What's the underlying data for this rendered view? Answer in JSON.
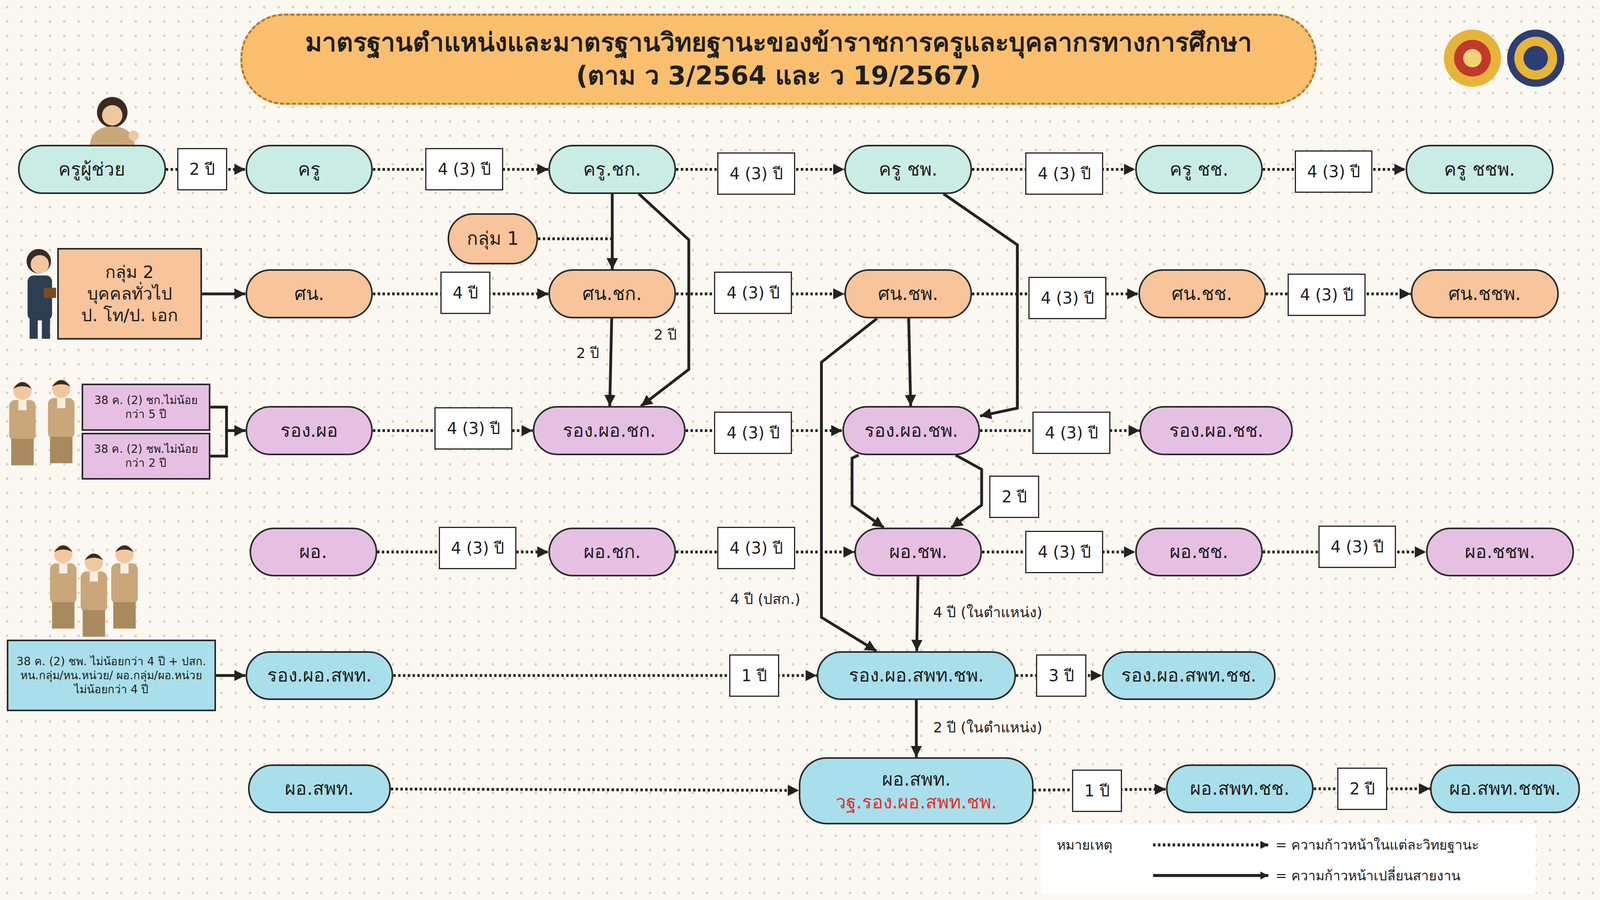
{
  "diagram": {
    "title": "มาตรฐานตำแหน่งและมาตรฐานวิทยฐานะของข้าราชการครูและบุคลากรทางการศึกษา (ตาม ว 3/2564 และ ว 19/2567)",
    "nodes": [
      {
        "text": [
          "ครูผู้ช่วย"
        ]
      },
      {
        "text": [
          "ครู"
        ]
      },
      {
        "text": [
          "ครู.ชก."
        ]
      },
      {
        "text": [
          "ครู ชพ."
        ]
      },
      {
        "text": [
          "ครู ชช."
        ]
      },
      {
        "text": [
          "ครู ชชพ."
        ]
      },
      {
        "text": [
          "กลุ่ม 1"
        ]
      },
      {
        "text": [
          "กลุ่ม 2",
          "บุคคลทั่วไป",
          "ป. โท/ป. เอก"
        ]
      },
      {
        "text": [
          "ศน."
        ]
      },
      {
        "text": [
          "ศน.ชก."
        ]
      },
      {
        "text": [
          "ศน.ชพ."
        ]
      },
      {
        "text": [
          "ศน.ชช."
        ]
      },
      {
        "text": [
          "ศน.ชชพ."
        ]
      },
      {
        "text": [
          "38 ค. (2) ชก.ไม่น้อยกว่า 5 ปี"
        ]
      },
      {
        "text": [
          "38 ค. (2) ชพ.ไม่น้อยกว่า 2 ปี"
        ]
      },
      {
        "text": [
          "รอง.ผอ"
        ]
      },
      {
        "text": [
          "รอง.ผอ.ชก."
        ]
      },
      {
        "text": [
          "รอง.ผอ.ชพ."
        ]
      },
      {
        "text": [
          "รอง.ผอ.ชช."
        ]
      },
      {
        "text": [
          "ผอ."
        ]
      },
      {
        "text": [
          "ผอ.ชก."
        ]
      },
      {
        "text": [
          "ผอ.ชพ."
        ]
      },
      {
        "text": [
          "ผอ.ชช."
        ]
      },
      {
        "text": [
          "ผอ.ชชพ."
        ]
      },
      {
        "text": [
          "38 ค. (2) ชพ. ไม่น้อยกว่า 4 ปี + ปสก. หน.กลุ่ม/หน.หน่วย/ ผอ.กลุ่ม/ผอ.หน่วย ไม่น้อยกว่า 4 ปี"
        ]
      },
      {
        "text": [
          "รอง.ผอ.สพท."
        ]
      },
      {
        "text": [
          "รอง.ผอ.สพท.ชพ."
        ]
      },
      {
        "text": [
          "รอง.ผอ.สพท.ชช."
        ]
      },
      {
        "text": [
          "ผอ.สพท."
        ]
      },
      {
        "text": [
          "ผอ.สพท.",
          "วฐ.รอง.ผอ.สพท.ชพ."
        ]
      },
      {
        "text": [
          "ผอ.สพท.ชช."
        ]
      },
      {
        "text": [
          "ผอ.สพท.ชชพ."
        ]
      }
    ],
    "edges": [
      {
        "from": 0,
        "to": 1,
        "arrow": "to",
        "label": "2 ปี"
      },
      {
        "from": 1,
        "to": 2,
        "arrow": "to",
        "label": "4 (3) ปี"
      },
      {
        "from": 2,
        "to": 3,
        "arrow": "to",
        "label": "4 (3) ปี"
      },
      {
        "from": 3,
        "to": 4,
        "arrow": "to",
        "label": "4 (3) ปี"
      },
      {
        "from": 4,
        "to": 5,
        "arrow": "to",
        "label": "4 (3) ปี"
      },
      {
        "from": 2,
        "to": 9,
        "arrow": "to"
      },
      {
        "from": 6,
        "to": 9,
        "arrow": "to"
      },
      {
        "from": 2,
        "to": 16,
        "arrow": "to",
        "label": "2 ปี"
      },
      {
        "from": 3,
        "to": 17,
        "arrow": "to"
      },
      {
        "from": 7,
        "to": 8,
        "arrow": "to"
      },
      {
        "from": 8,
        "to": 9,
        "arrow": "to",
        "label": "4  ปี"
      },
      {
        "from": 9,
        "to": 10,
        "arrow": "to",
        "label": "4 (3) ปี"
      },
      {
        "from": 10,
        "to": 11,
        "arrow": "to",
        "label": "4 (3) ปี"
      },
      {
        "from": 11,
        "to": 12,
        "arrow": "to",
        "label": "4 (3) ปี"
      },
      {
        "from": 9,
        "to": 16,
        "arrow": "to",
        "label": "2 ปี"
      },
      {
        "from": 10,
        "to": 17,
        "arrow": "to"
      },
      {
        "from": 10,
        "to": 26,
        "arrow": "to",
        "label": "4 ปี (ปสก.)"
      },
      {
        "from": 13,
        "to": 15,
        "arrow": "to"
      },
      {
        "from": 14,
        "to": 15,
        "arrow": "to"
      },
      {
        "from": 15,
        "to": 16,
        "arrow": "to",
        "label": "4 (3) ปี"
      },
      {
        "from": 16,
        "to": 17,
        "arrow": "to",
        "label": "4 (3) ปี"
      },
      {
        "from": 17,
        "to": 18,
        "arrow": "to",
        "label": "4 (3) ปี"
      },
      {
        "from": 17,
        "to": 21,
        "arrow": "to"
      },
      {
        "from": 17,
        "to": 21,
        "arrow": "to",
        "label": "2 ปี"
      },
      {
        "from": 19,
        "to": 20,
        "arrow": "to",
        "label": "4 (3) ปี"
      },
      {
        "from": 20,
        "to": 21,
        "arrow": "to",
        "label": "4 (3) ปี"
      },
      {
        "from": 21,
        "to": 22,
        "arrow": "to",
        "label": "4 (3) ปี"
      },
      {
        "from": 22,
        "to": 23,
        "arrow": "to",
        "label": "4 (3) ปี"
      },
      {
        "from": 21,
        "to": 26,
        "arrow": "to",
        "label": "4 ปี (ในตำแหน่ง)"
      },
      {
        "from": 24,
        "to": 25,
        "arrow": "to"
      },
      {
        "from": 25,
        "to": 26,
        "arrow": "to",
        "label": "1 ปี"
      },
      {
        "from": 26,
        "to": 27,
        "arrow": "to",
        "label": "3 ปี"
      },
      {
        "from": 26,
        "to": 29,
        "arrow": "to",
        "label": "2 ปี (ในตำแหน่ง)"
      },
      {
        "from": 28,
        "to": 29,
        "arrow": "to"
      },
      {
        "from": 29,
        "to": 30,
        "arrow": "to",
        "label": "1 ปี"
      },
      {
        "from": 30,
        "to": 31,
        "arrow": "to",
        "label": "2 ปี"
      }
    ],
    "labels": [
      "หมายเหตุ"
    ],
    "legend": [
      {
        "text": "= ความก้าวหน้าในแต่ละวิทยฐานะ"
      },
      {
        "text": "= ความก้าวหน้าเปลี่ยนสายงาน"
      }
    ]
  }
}
